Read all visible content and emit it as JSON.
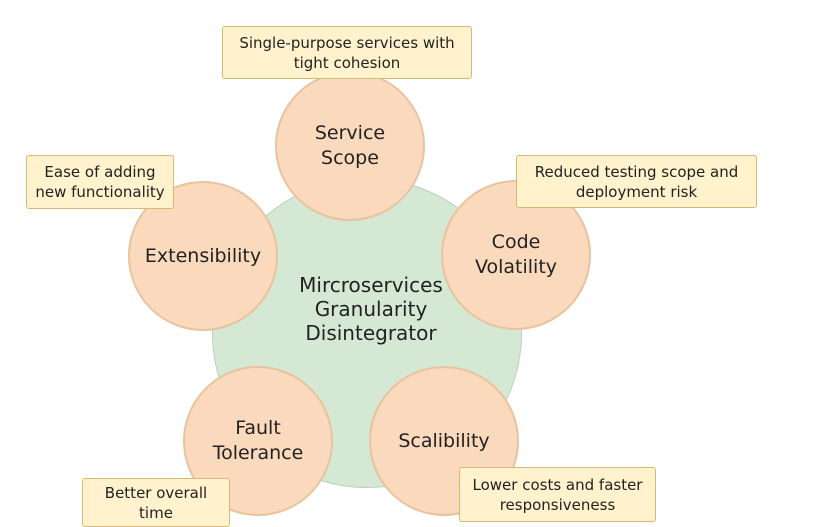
{
  "diagram": {
    "center": {
      "label": "Mircroservices\nGranularity\nDisintegrator",
      "fill": "#d5e8d4"
    },
    "nodes": {
      "service_scope": {
        "label": "Service\nScope",
        "note": "Single-purpose services with\ntight cohesion"
      },
      "code_volatility": {
        "label": "Code\nVolatility",
        "note": "Reduced testing scope and\ndeployment risk"
      },
      "scalability": {
        "label": "Scalibility",
        "note": "Lower costs and faster\nresponsiveness"
      },
      "fault_tolerance": {
        "label": "Fault\nTolerance",
        "note": "Better overall\ntime"
      },
      "extensibility": {
        "label": "Extensibility",
        "note": "Ease of adding\nnew functionality"
      }
    },
    "colors": {
      "node_fill": "#fad9bd",
      "note_fill": "#fff2cc"
    }
  }
}
